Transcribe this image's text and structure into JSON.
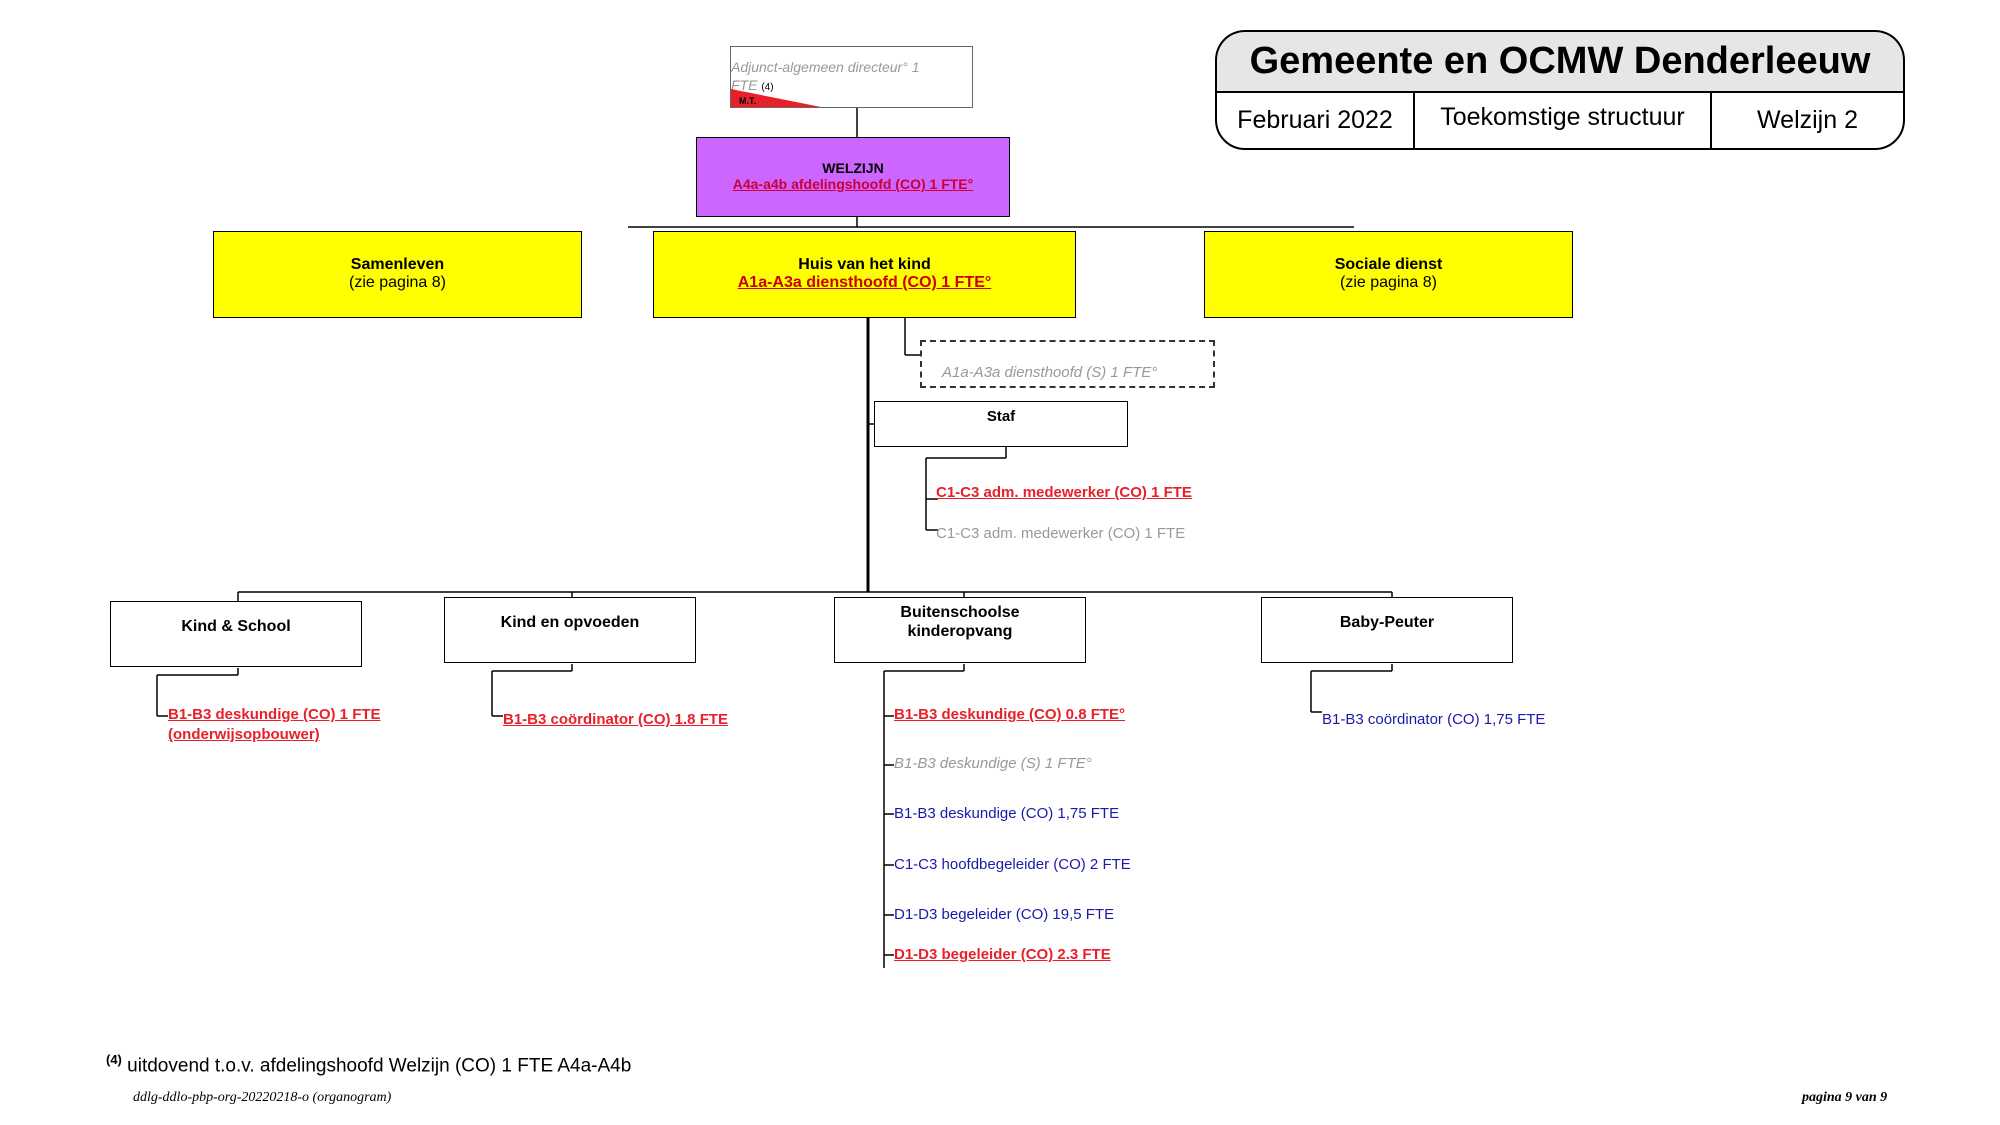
{
  "header": {
    "title": "Gemeente en OCMW Denderleeuw",
    "date": "Februari 2022",
    "structure": "Toekomstige structuur",
    "page_name": "Welzijn 2"
  },
  "top_box": {
    "line1": "Adjunct-algemeen directeur° 1",
    "line2": "FTE",
    "note": "(4)",
    "corner_tag": "M.T."
  },
  "welzijn": {
    "name": "WELZIJN",
    "head": "A4a-a4b afdelingshoofd (CO) 1 FTE°"
  },
  "samenleven": {
    "name": "Samenleven",
    "sub": "(zie pagina 8)"
  },
  "huis": {
    "name": "Huis van het kind",
    "head": "A1a-A3a diensthoofd (CO) 1 FTE°"
  },
  "sociale": {
    "name": "Sociale dienst",
    "sub": "(zie pagina 8)"
  },
  "diensthoofd_s": "A1a-A3a diensthoofd (S) 1 FTE°",
  "staf": {
    "name": "Staf",
    "items": [
      "C1-C3 adm. medewerker (CO) 1 FTE",
      "C1-C3 adm. medewerker (CO) 1 FTE"
    ]
  },
  "units": {
    "kind_school": {
      "name": "Kind & School",
      "items": [
        "B1-B3 deskundige (CO) 1 FTE",
        "(onderwijsopbouwer)"
      ]
    },
    "kind_opvoeden": {
      "name": "Kind en opvoeden",
      "items": [
        "B1-B3 coördinator (CO) 1.8 FTE"
      ]
    },
    "buitenschoolse": {
      "name_l1": "Buitenschoolse",
      "name_l2": "kinderopvang",
      "items": [
        "B1-B3 deskundige (CO) 0.8 FTE°",
        "B1-B3 deskundige (S) 1 FTE°",
        "B1-B3 deskundige (CO) 1,75 FTE",
        "C1-C3 hoofdbegeleider (CO) 2 FTE",
        "D1-D3 begeleider (CO) 19,5 FTE",
        "D1-D3 begeleider (CO) 2.3 FTE"
      ]
    },
    "baby_peuter": {
      "name": "Baby-Peuter",
      "items": [
        "B1-B3 coördinator (CO) 1,75 FTE"
      ]
    }
  },
  "footnote": {
    "mark": "(4)",
    "text": "uitdovend t.o.v. afdelingshoofd Welzijn (CO) 1 FTE A4a-A4b"
  },
  "footer": {
    "left": "ddlg-ddlo-pbp-org-20220218-o (organogram)",
    "right": "pagina 9 van 9"
  }
}
